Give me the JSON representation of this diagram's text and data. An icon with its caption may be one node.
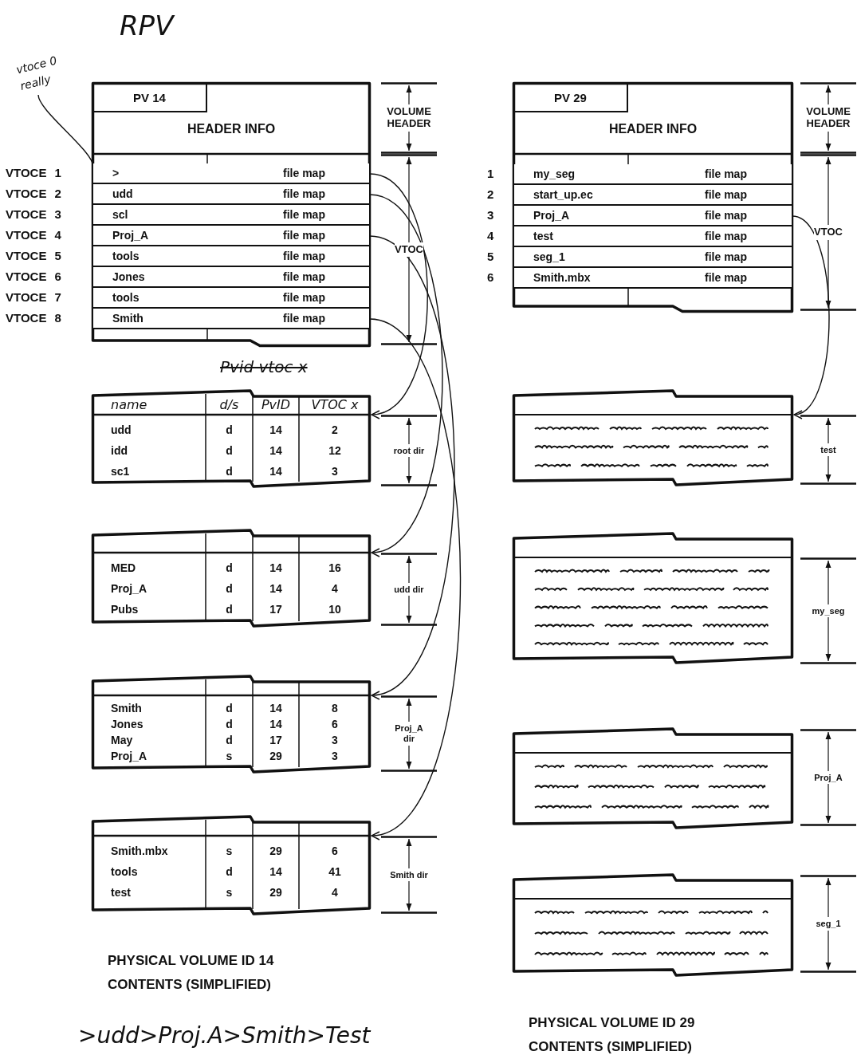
{
  "diagram": {
    "nodes": [
      {
        "text": [
          "PV 14",
          "HEADER INFO"
        ]
      },
      {
        "text": [
          ">",
          "file map"
        ],
        "in": 0,
        "beside": [
          "VTOCE 1"
        ]
      },
      {
        "text": [
          "udd",
          "file map"
        ],
        "in": 0,
        "beside": [
          "VTOCE 2"
        ]
      },
      {
        "text": [
          "scl",
          "file map"
        ],
        "in": 0,
        "beside": [
          "VTOCE 3"
        ]
      },
      {
        "text": [
          "Proj_A",
          "file map"
        ],
        "in": 0,
        "beside": [
          "VTOCE 4"
        ]
      },
      {
        "text": [
          "tools",
          "file map"
        ],
        "in": 0,
        "beside": [
          "VTOCE 5"
        ]
      },
      {
        "text": [
          "Jones",
          "file map"
        ],
        "in": 0,
        "beside": [
          "VTOCE 6"
        ]
      },
      {
        "text": [
          "tools",
          "file map"
        ],
        "in": 0,
        "beside": [
          "VTOCE 7"
        ]
      },
      {
        "text": [
          "Smith",
          "file map"
        ],
        "in": 0,
        "beside": [
          "VTOCE 8"
        ]
      },
      {
        "text": [
          "PV 29",
          "HEADER INFO"
        ]
      },
      {
        "text": [
          "my_seg",
          "file map"
        ],
        "in": 9,
        "beside": [
          "1"
        ]
      },
      {
        "text": [
          "start_up.ec",
          "file map"
        ],
        "in": 9,
        "beside": [
          "2"
        ]
      },
      {
        "text": [
          "Proj_A",
          "file map"
        ],
        "in": 9,
        "beside": [
          "3"
        ]
      },
      {
        "text": [
          "test",
          "file map"
        ],
        "in": 9,
        "beside": [
          "4"
        ]
      },
      {
        "text": [
          "seg_1",
          "file map"
        ],
        "in": 9,
        "beside": [
          "5"
        ]
      },
      {
        "text": [
          "Smith.mbx",
          "file map"
        ],
        "in": 9,
        "beside": [
          "6"
        ]
      },
      {
        "text": [
          "name",
          "d/s",
          "PvID",
          "VTOC x",
          "udd",
          "d",
          "14",
          "2",
          "idd",
          "d",
          "14",
          "12",
          "sc1",
          "d",
          "14",
          "3"
        ]
      },
      {
        "text": [
          "MED",
          "d",
          "14",
          "16",
          "Proj_A",
          "d",
          "14",
          "4",
          "Pubs",
          "d",
          "17",
          "10"
        ]
      },
      {
        "text": [
          "Smith",
          "d",
          "14",
          "8",
          "Jones",
          "d",
          "14",
          "6",
          "May",
          "d",
          "17",
          "3",
          "Proj_A",
          "s",
          "29",
          "3"
        ]
      },
      {
        "text": [
          "Smith.mbx",
          "s",
          "29",
          "6",
          "tools",
          "d",
          "14",
          "41",
          "test",
          "s",
          "29",
          "4"
        ]
      },
      {
        "text": [],
        "shape": "box"
      },
      {
        "text": [],
        "shape": "box"
      },
      {
        "text": [],
        "shape": "box"
      },
      {
        "text": [],
        "shape": "box"
      },
      {
        "text": [
          "vtoce 0 really"
        ]
      }
    ],
    "edges": [
      {
        "from": 1,
        "to": 16,
        "arrow": "to"
      },
      {
        "from": 2,
        "to": 17,
        "arrow": "to"
      },
      {
        "from": 4,
        "to": 18,
        "arrow": "to"
      },
      {
        "from": 8,
        "to": 19,
        "arrow": "to"
      },
      {
        "from": 12,
        "to": 20,
        "arrow": "to"
      },
      {
        "from": 24,
        "to": 1,
        "arrow": "none"
      }
    ],
    "labels": [
      "RPV",
      "VOLUME HEADER",
      "VOLUME HEADER",
      "VTOC",
      "VTOC",
      "Pvid vtoc x",
      "root dir",
      "test",
      "udd dir",
      "my_seg",
      "Proj_A dir",
      "Proj_A",
      "Smith dir",
      "seg_1",
      "PHYSICAL VOLUME ID 14 CONTENTS (SIMPLIFIED)",
      "PHYSICAL VOLUME ID 29 CONTENTS (SIMPLIFIED)",
      ">udd>Proj.A>Smith>Test"
    ]
  }
}
